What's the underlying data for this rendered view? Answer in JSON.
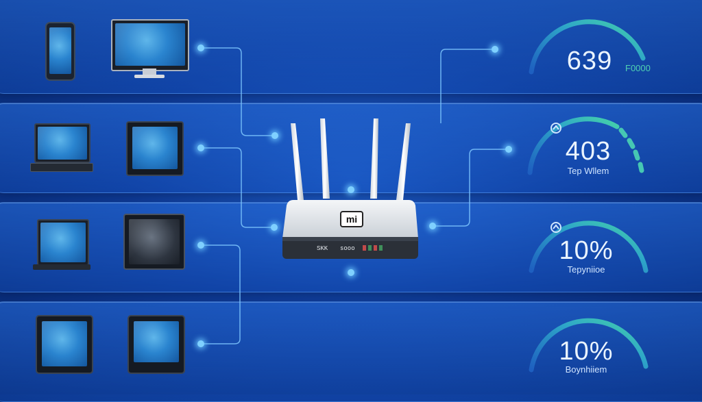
{
  "router": {
    "logo_text": "mi",
    "port_label_1": "SKK",
    "port_label_2": "sooo"
  },
  "gauges": [
    {
      "value": "639",
      "side_label": "F0000",
      "label": ""
    },
    {
      "value": "403",
      "side_label": "",
      "label": "Tep Wllem"
    },
    {
      "value": "10%",
      "side_label": "",
      "label": "Tepyniioe"
    },
    {
      "value": "10%",
      "side_label": "",
      "label": "Boynhiiem"
    }
  ],
  "colors": {
    "arc_start": "#1e5fc0",
    "arc_end": "#46d3a8",
    "connector": "#7fc8ff",
    "row_bg": "#2a6ed6"
  },
  "icons": [
    "smartphone-icon",
    "monitor-icon",
    "laptop-icon",
    "tablet-icon",
    "wifi-icon",
    "router-icon"
  ]
}
